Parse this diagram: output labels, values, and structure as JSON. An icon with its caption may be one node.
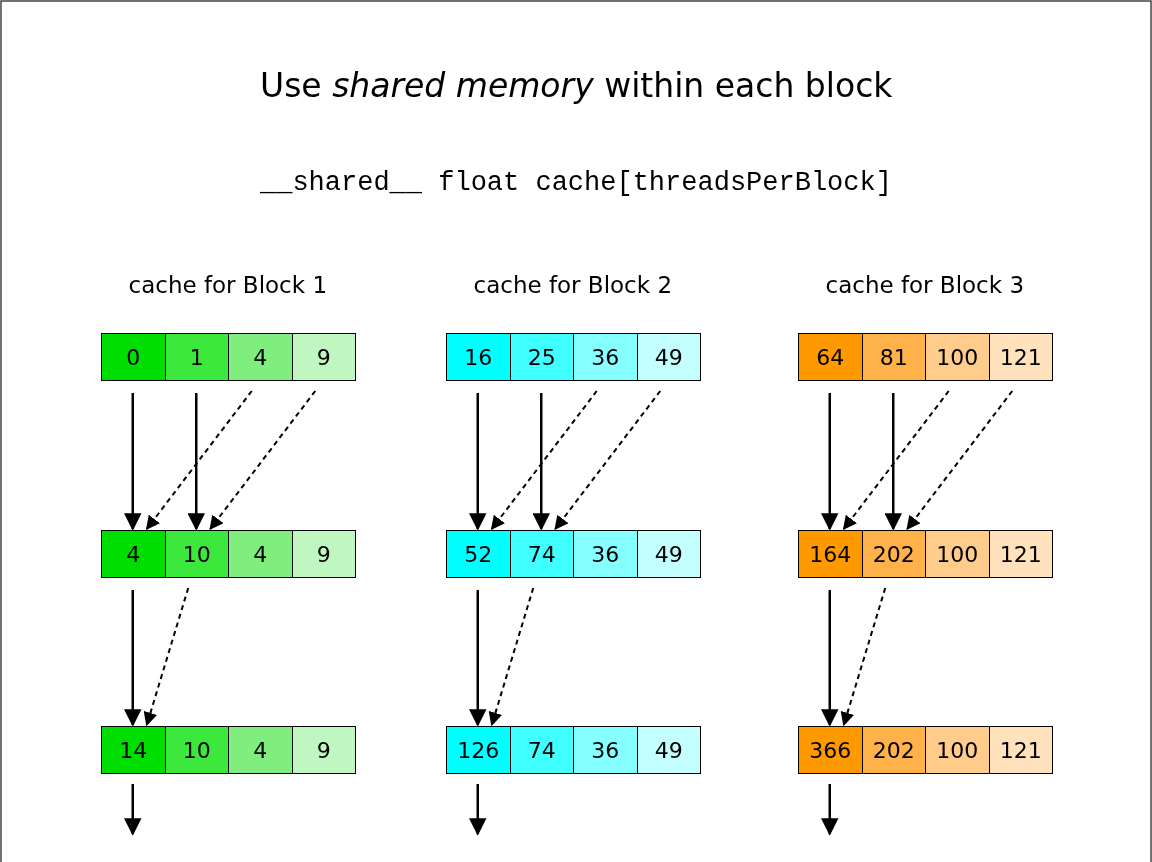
{
  "diagram": {
    "title": "Use *shared memory* within each block",
    "nodes": [
      {
        "text": [
          "0"
        ]
      },
      {
        "text": [
          "1"
        ]
      },
      {
        "text": [
          "4"
        ]
      },
      {
        "text": [
          "9"
        ]
      },
      {
        "text": [
          "16"
        ]
      },
      {
        "text": [
          "25"
        ]
      },
      {
        "text": [
          "36"
        ]
      },
      {
        "text": [
          "49"
        ]
      },
      {
        "text": [
          "64"
        ]
      },
      {
        "text": [
          "81"
        ]
      },
      {
        "text": [
          "100"
        ]
      },
      {
        "text": [
          "121"
        ]
      },
      {
        "text": [
          "4"
        ]
      },
      {
        "text": [
          "10"
        ]
      },
      {
        "text": [
          "4"
        ]
      },
      {
        "text": [
          "9"
        ]
      },
      {
        "text": [
          "52"
        ]
      },
      {
        "text": [
          "74"
        ]
      },
      {
        "text": [
          "36"
        ]
      },
      {
        "text": [
          "49"
        ]
      },
      {
        "text": [
          "164"
        ]
      },
      {
        "text": [
          "202"
        ]
      },
      {
        "text": [
          "100"
        ]
      },
      {
        "text": [
          "121"
        ]
      },
      {
        "text": [
          "14"
        ]
      },
      {
        "text": [
          "10"
        ]
      },
      {
        "text": [
          "4"
        ]
      },
      {
        "text": [
          "9"
        ]
      },
      {
        "text": [
          "126"
        ]
      },
      {
        "text": [
          "74"
        ]
      },
      {
        "text": [
          "36"
        ]
      },
      {
        "text": [
          "49"
        ]
      },
      {
        "text": [
          "366"
        ]
      },
      {
        "text": [
          "202"
        ]
      },
      {
        "text": [
          "100"
        ]
      },
      {
        "text": [
          "121"
        ]
      }
    ],
    "edges": [
      {
        "from": 0,
        "to": 12,
        "arrow": "to"
      },
      {
        "from": 1,
        "to": 13,
        "arrow": "to"
      },
      {
        "from": 2,
        "to": 12,
        "arrow": "to",
        "style": "dashed"
      },
      {
        "from": 3,
        "to": 13,
        "arrow": "to",
        "style": "dashed"
      },
      {
        "from": 4,
        "to": 16,
        "arrow": "to"
      },
      {
        "from": 5,
        "to": 17,
        "arrow": "to"
      },
      {
        "from": 6,
        "to": 16,
        "arrow": "to",
        "style": "dashed"
      },
      {
        "from": 7,
        "to": 17,
        "arrow": "to",
        "style": "dashed"
      },
      {
        "from": 8,
        "to": 20,
        "arrow": "to"
      },
      {
        "from": 9,
        "to": 21,
        "arrow": "to"
      },
      {
        "from": 10,
        "to": 20,
        "arrow": "to",
        "style": "dashed"
      },
      {
        "from": 11,
        "to": 21,
        "arrow": "to",
        "style": "dashed"
      },
      {
        "from": 12,
        "to": 24,
        "arrow": "to"
      },
      {
        "from": 13,
        "to": 24,
        "arrow": "to",
        "style": "dashed"
      },
      {
        "from": 16,
        "to": 28,
        "arrow": "to"
      },
      {
        "from": 17,
        "to": 28,
        "arrow": "to",
        "style": "dashed"
      },
      {
        "from": 20,
        "to": 32,
        "arrow": "to"
      },
      {
        "from": 21,
        "to": 32,
        "arrow": "to",
        "style": "dashed"
      },
      {
        "from": 24,
        "to": null,
        "arrow": "to"
      },
      {
        "from": 28,
        "to": null,
        "arrow": "to"
      },
      {
        "from": 32,
        "to": null,
        "arrow": "to"
      }
    ],
    "labels": [
      "__shared__ float cache[threadsPerBlock]",
      "cache for Block 1",
      "cache for Block 2",
      "cache for Block 3"
    ]
  }
}
